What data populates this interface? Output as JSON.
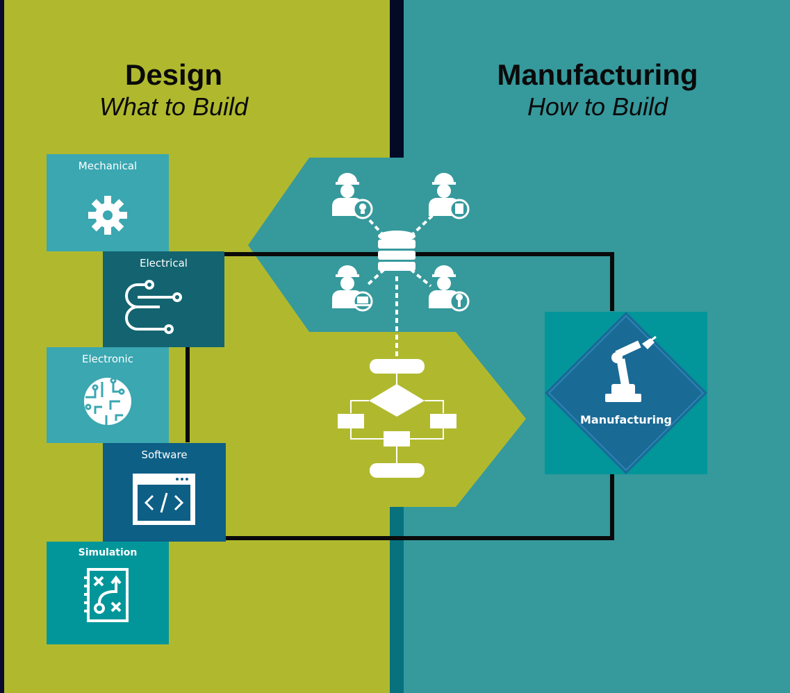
{
  "colors": {
    "background": "#0a0a2e",
    "design_panel": "#b0b92e",
    "manufacturing_panel": "#36999c",
    "tile_light": "#3aa7b1",
    "tile_dark": "#136470",
    "tile_blue": "#0d5f85",
    "tile_teal": "#02969a",
    "diamond": "#1a6a96",
    "connector": "#0a0a0a"
  },
  "design": {
    "title": "Design",
    "subtitle": "What to Build"
  },
  "manufacturing": {
    "title": "Manufacturing",
    "subtitle": "How to Build"
  },
  "tiles": [
    {
      "label": "Mechanical",
      "icon": "gear-icon"
    },
    {
      "label": "Electrical",
      "icon": "circuit-path-icon"
    },
    {
      "label": "Electronic",
      "icon": "circuit-board-icon"
    },
    {
      "label": "Software",
      "icon": "code-window-icon"
    },
    {
      "label": "Simulation",
      "icon": "strategy-board-icon"
    }
  ],
  "center": {
    "people_icons": [
      "engineer-idea-icon",
      "engineer-document-icon",
      "engineer-laptop-icon",
      "engineer-wrench-icon"
    ],
    "hub_icon": "database-icon",
    "process_icon": "flowchart-icon"
  },
  "manufacturing_node": {
    "label": "Manufacturing",
    "icon": "robot-arm-icon"
  }
}
